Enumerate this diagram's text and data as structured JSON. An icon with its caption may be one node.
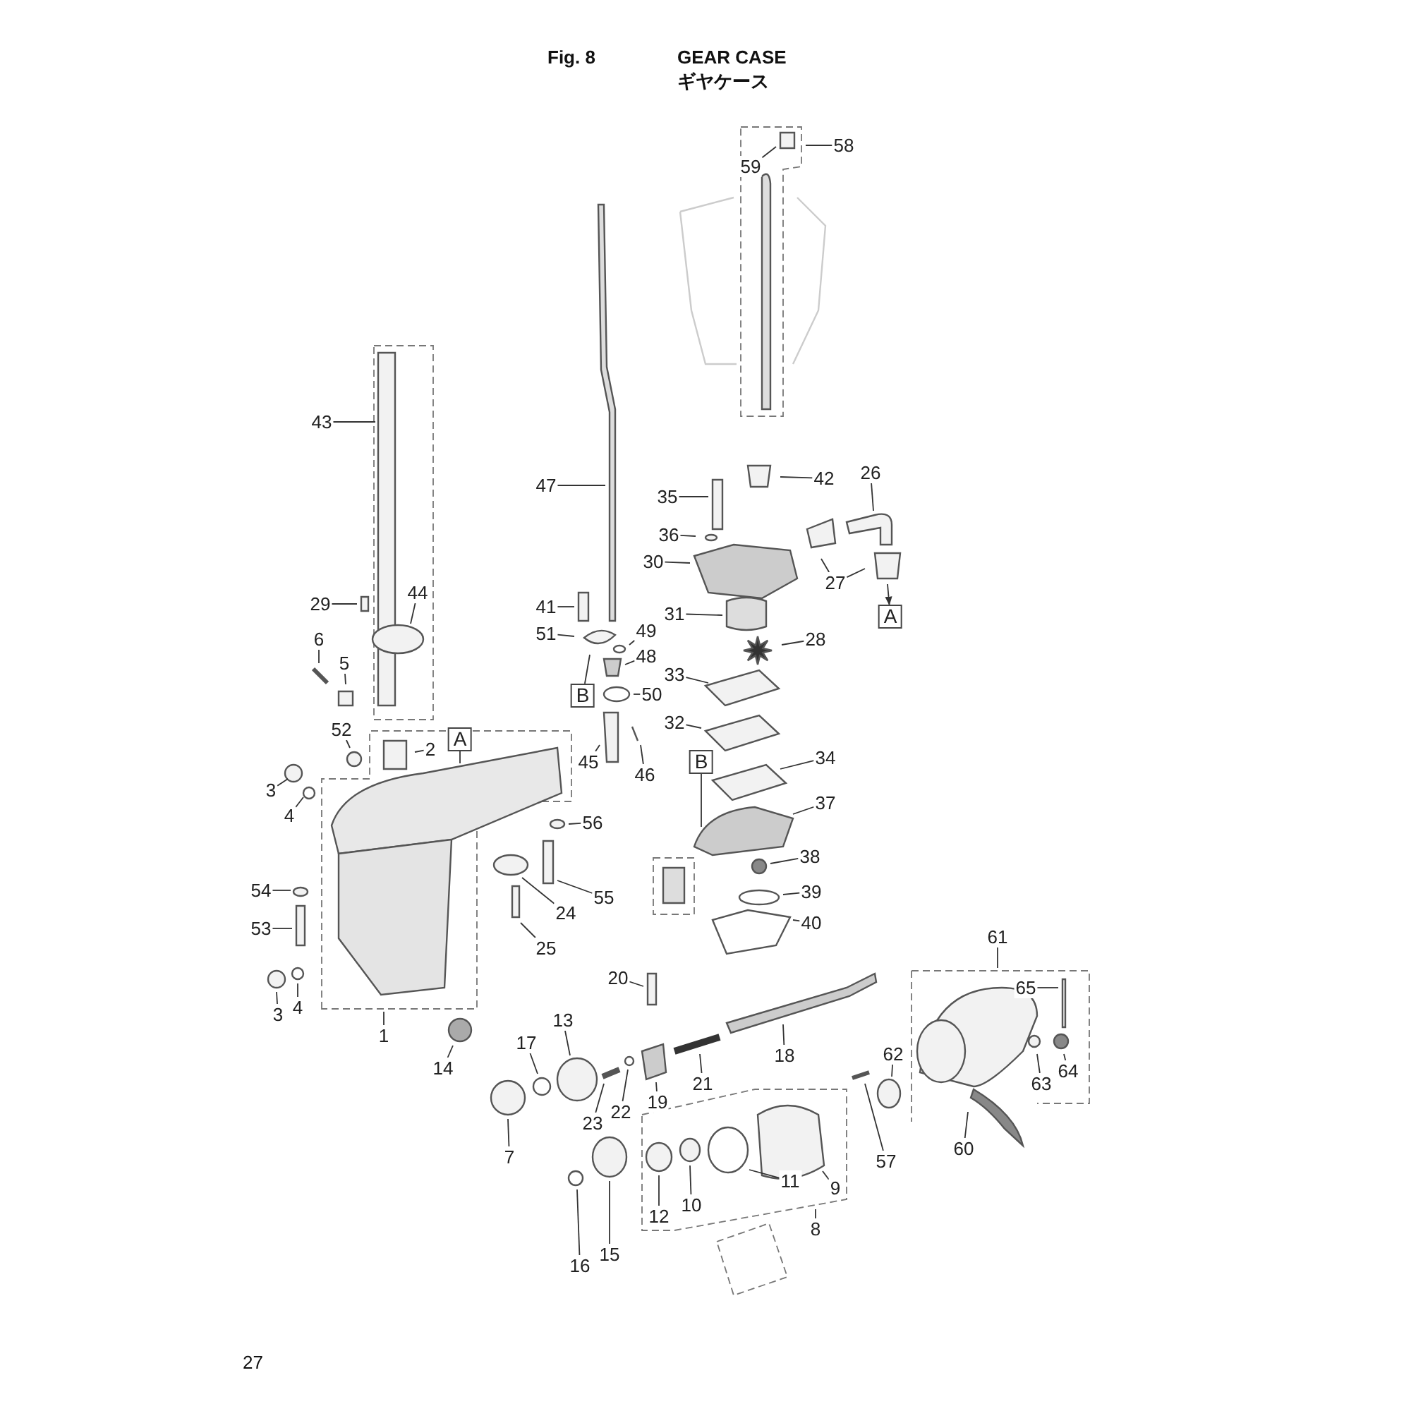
{
  "diagram": {
    "nodes": [
      {
        "text": [
          "58"
        ]
      },
      {
        "text": [
          "59"
        ]
      },
      {
        "text": [
          "43"
        ]
      },
      {
        "text": [
          "26"
        ]
      },
      {
        "text": [
          "47"
        ]
      },
      {
        "text": [
          "42"
        ]
      },
      {
        "text": [
          "35"
        ]
      },
      {
        "text": [
          "36"
        ]
      },
      {
        "text": [
          "30"
        ]
      },
      {
        "text": [
          "27"
        ]
      },
      {
        "text": [
          "A"
        ]
      },
      {
        "text": [
          "29"
        ]
      },
      {
        "text": [
          "44"
        ]
      },
      {
        "text": [
          "41"
        ]
      },
      {
        "text": [
          "31"
        ]
      },
      {
        "text": [
          "51"
        ]
      },
      {
        "text": [
          "49"
        ]
      },
      {
        "text": [
          "48"
        ]
      },
      {
        "text": [
          "28"
        ]
      },
      {
        "text": [
          "6"
        ]
      },
      {
        "text": [
          "5"
        ]
      },
      {
        "text": [
          "33"
        ]
      },
      {
        "text": [
          "B"
        ]
      },
      {
        "text": [
          "50"
        ]
      },
      {
        "text": [
          "32"
        ]
      },
      {
        "text": [
          "52"
        ]
      },
      {
        "text": [
          "2"
        ]
      },
      {
        "text": [
          "A"
        ]
      },
      {
        "text": [
          "45"
        ]
      },
      {
        "text": [
          "46"
        ]
      },
      {
        "text": [
          "34"
        ]
      },
      {
        "text": [
          "B"
        ]
      },
      {
        "text": [
          "3"
        ]
      },
      {
        "text": [
          "4"
        ]
      },
      {
        "text": [
          "37"
        ]
      },
      {
        "text": [
          "56"
        ]
      },
      {
        "text": [
          "38"
        ]
      },
      {
        "text": [
          "39"
        ]
      },
      {
        "text": [
          "54"
        ]
      },
      {
        "text": [
          "55"
        ]
      },
      {
        "text": [
          "24"
        ]
      },
      {
        "text": [
          "40"
        ]
      },
      {
        "text": [
          "53"
        ]
      },
      {
        "text": [
          "25"
        ]
      },
      {
        "text": [
          "61"
        ]
      },
      {
        "text": [
          "20"
        ]
      },
      {
        "text": [
          "65"
        ]
      },
      {
        "text": [
          "3"
        ]
      },
      {
        "text": [
          "4"
        ]
      },
      {
        "text": [
          "13"
        ]
      },
      {
        "text": [
          "1"
        ]
      },
      {
        "text": [
          "17"
        ]
      },
      {
        "text": [
          "18"
        ]
      },
      {
        "text": [
          "62"
        ]
      },
      {
        "text": [
          "14"
        ]
      },
      {
        "text": [
          "64"
        ]
      },
      {
        "text": [
          "63"
        ]
      },
      {
        "text": [
          "21"
        ]
      },
      {
        "text": [
          "19"
        ]
      },
      {
        "text": [
          "22"
        ]
      },
      {
        "text": [
          "23"
        ]
      },
      {
        "text": [
          "60"
        ]
      },
      {
        "text": [
          "7"
        ]
      },
      {
        "text": [
          "57"
        ]
      },
      {
        "text": [
          "11"
        ]
      },
      {
        "text": [
          "9"
        ]
      },
      {
        "text": [
          "12"
        ]
      },
      {
        "text": [
          "10"
        ]
      },
      {
        "text": [
          "8"
        ]
      },
      {
        "text": [
          "16"
        ]
      },
      {
        "text": [
          "15"
        ]
      }
    ],
    "edges": [
      {
        "from": 0,
        "to": null,
        "arrow": "none"
      },
      {
        "from": 1,
        "to": null,
        "arrow": "none"
      },
      {
        "from": 2,
        "to": null,
        "arrow": "none"
      },
      {
        "from": 3,
        "to": null,
        "arrow": "none"
      },
      {
        "from": 4,
        "to": null,
        "arrow": "none"
      },
      {
        "from": 5,
        "to": null,
        "arrow": "none"
      },
      {
        "from": 6,
        "to": null,
        "arrow": "none"
      },
      {
        "from": 7,
        "to": null,
        "arrow": "none"
      },
      {
        "from": 8,
        "to": null,
        "arrow": "none"
      },
      {
        "from": 9,
        "to": null,
        "arrow": "none"
      },
      {
        "from": 9,
        "to": null,
        "arrow": "none"
      },
      {
        "from": null,
        "to": 10,
        "arrow": "to"
      },
      {
        "from": 11,
        "to": null,
        "arrow": "none"
      },
      {
        "from": 12,
        "to": null,
        "arrow": "none"
      },
      {
        "from": 13,
        "to": null,
        "arrow": "none"
      },
      {
        "from": 14,
        "to": null,
        "arrow": "none"
      },
      {
        "from": 15,
        "to": null,
        "arrow": "none"
      },
      {
        "from": 16,
        "to": null,
        "arrow": "none"
      },
      {
        "from": 17,
        "to": null,
        "arrow": "none"
      },
      {
        "from": 18,
        "to": null,
        "arrow": "none"
      },
      {
        "from": 19,
        "to": null,
        "arrow": "none"
      },
      {
        "from": 20,
        "to": null,
        "arrow": "none"
      },
      {
        "from": 21,
        "to": null,
        "arrow": "none"
      },
      {
        "from": 22,
        "to": null,
        "arrow": "none"
      },
      {
        "from": 23,
        "to": null,
        "arrow": "none"
      },
      {
        "from": 24,
        "to": null,
        "arrow": "none"
      },
      {
        "from": 25,
        "to": null,
        "arrow": "none"
      },
      {
        "from": 26,
        "to": null,
        "arrow": "none"
      },
      {
        "from": 27,
        "to": null,
        "arrow": "none"
      },
      {
        "from": 28,
        "to": null,
        "arrow": "none"
      },
      {
        "from": 29,
        "to": null,
        "arrow": "none"
      },
      {
        "from": 30,
        "to": null,
        "arrow": "none"
      },
      {
        "from": 31,
        "to": null,
        "arrow": "none"
      },
      {
        "from": 32,
        "to": null,
        "arrow": "none"
      },
      {
        "from": 33,
        "to": null,
        "arrow": "none"
      },
      {
        "from": 34,
        "to": null,
        "arrow": "none"
      },
      {
        "from": 35,
        "to": null,
        "arrow": "none"
      },
      {
        "from": 36,
        "to": null,
        "arrow": "none"
      },
      {
        "from": 37,
        "to": null,
        "arrow": "none"
      },
      {
        "from": 38,
        "to": null,
        "arrow": "none"
      },
      {
        "from": 39,
        "to": null,
        "arrow": "none"
      },
      {
        "from": 40,
        "to": null,
        "arrow": "none"
      },
      {
        "from": 41,
        "to": null,
        "arrow": "none"
      },
      {
        "from": 42,
        "to": null,
        "arrow": "none"
      },
      {
        "from": 43,
        "to": null,
        "arrow": "none"
      },
      {
        "from": 44,
        "to": null,
        "arrow": "none"
      },
      {
        "from": 45,
        "to": null,
        "arrow": "none"
      },
      {
        "from": 46,
        "to": null,
        "arrow": "none"
      },
      {
        "from": 47,
        "to": null,
        "arrow": "none"
      },
      {
        "from": 48,
        "to": null,
        "arrow": "none"
      },
      {
        "from": 49,
        "to": null,
        "arrow": "none"
      },
      {
        "from": 50,
        "to": null,
        "arrow": "none"
      },
      {
        "from": 51,
        "to": null,
        "arrow": "none"
      },
      {
        "from": 52,
        "to": null,
        "arrow": "none"
      },
      {
        "from": 53,
        "to": null,
        "arrow": "none"
      },
      {
        "from": 54,
        "to": null,
        "arrow": "none"
      },
      {
        "from": 55,
        "to": null,
        "arrow": "none"
      },
      {
        "from": 56,
        "to": null,
        "arrow": "none"
      },
      {
        "from": 57,
        "to": null,
        "arrow": "none"
      },
      {
        "from": 58,
        "to": null,
        "arrow": "none"
      },
      {
        "from": 59,
        "to": null,
        "arrow": "none"
      },
      {
        "from": 60,
        "to": null,
        "arrow": "none"
      },
      {
        "from": 61,
        "to": null,
        "arrow": "none"
      },
      {
        "from": 62,
        "to": null,
        "arrow": "none"
      },
      {
        "from": 63,
        "to": null,
        "arrow": "none"
      },
      {
        "from": 64,
        "to": null,
        "arrow": "none"
      },
      {
        "from": 65,
        "to": null,
        "arrow": "none"
      },
      {
        "from": 66,
        "to": null,
        "arrow": "none"
      },
      {
        "from": 67,
        "to": null,
        "arrow": "none"
      },
      {
        "from": 68,
        "to": null,
        "arrow": "none"
      },
      {
        "from": 69,
        "to": null,
        "arrow": "none"
      },
      {
        "from": 70,
        "to": null,
        "arrow": "none"
      }
    ],
    "labels": [
      "Fig. 8",
      "GEAR CASE",
      "ギヤケース",
      "27"
    ]
  }
}
